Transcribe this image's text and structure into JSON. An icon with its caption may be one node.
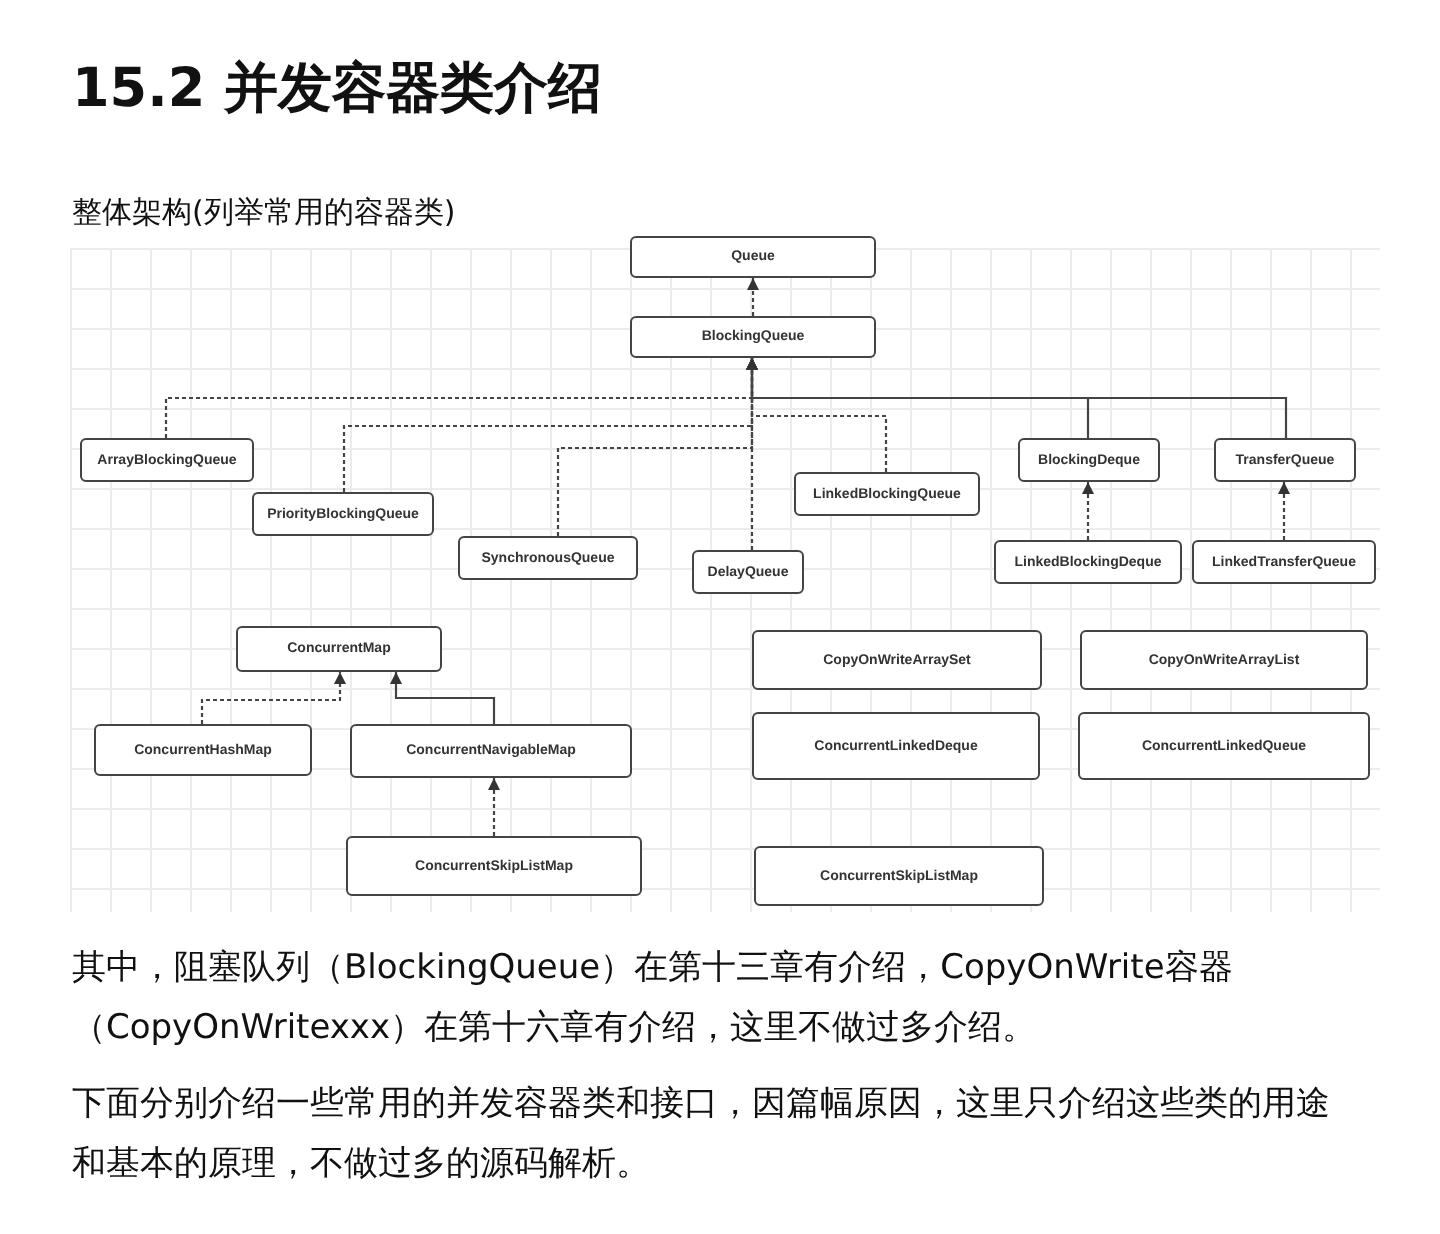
{
  "diagram": {
    "title": "15.2 并发容器类介绍",
    "nodes": [
      {
        "text": [
          "Queue"
        ]
      },
      {
        "text": [
          "BlockingQueue"
        ]
      },
      {
        "text": [
          "ArrayBlockingQueue"
        ]
      },
      {
        "text": [
          "PriorityBlockingQueue"
        ]
      },
      {
        "text": [
          "SynchronousQueue"
        ]
      },
      {
        "text": [
          "DelayQueue"
        ]
      },
      {
        "text": [
          "LinkedBlockingQueue"
        ]
      },
      {
        "text": [
          "BlockingDeque"
        ]
      },
      {
        "text": [
          "TransferQueue"
        ]
      },
      {
        "text": [
          "LinkedBlockingDeque"
        ]
      },
      {
        "text": [
          "LinkedTransferQueue"
        ]
      },
      {
        "text": [
          "ConcurrentMap"
        ]
      },
      {
        "text": [
          "ConcurrentHashMap"
        ]
      },
      {
        "text": [
          "ConcurrentNavigableMap"
        ]
      },
      {
        "text": [
          "ConcurrentSkipListMap"
        ]
      },
      {
        "text": [
          "CopyOnWriteArraySet"
        ]
      },
      {
        "text": [
          "CopyOnWriteArrayList"
        ]
      },
      {
        "text": [
          "ConcurrentLinkedDeque"
        ]
      },
      {
        "text": [
          "ConcurrentLinkedQueue"
        ]
      },
      {
        "text": [
          "ConcurrentSkipListMap"
        ]
      }
    ],
    "edges": [
      {
        "from": 1,
        "to": 0,
        "arrow": "to",
        "style": "dashed"
      },
      {
        "from": 2,
        "to": 1,
        "arrow": "to",
        "style": "dashed"
      },
      {
        "from": 3,
        "to": 1,
        "arrow": "to",
        "style": "dashed"
      },
      {
        "from": 4,
        "to": 1,
        "arrow": "to",
        "style": "dashed"
      },
      {
        "from": 5,
        "to": 1,
        "arrow": "to",
        "style": "dashed"
      },
      {
        "from": 6,
        "to": 1,
        "arrow": "to",
        "style": "dashed"
      },
      {
        "from": 7,
        "to": 1,
        "arrow": "to"
      },
      {
        "from": 8,
        "to": 1,
        "arrow": "to"
      },
      {
        "from": 9,
        "to": 7,
        "arrow": "to",
        "style": "dashed"
      },
      {
        "from": 10,
        "to": 8,
        "arrow": "to",
        "style": "dashed"
      },
      {
        "from": 12,
        "to": 11,
        "arrow": "to",
        "style": "dashed"
      },
      {
        "from": 13,
        "to": 11,
        "arrow": "to"
      },
      {
        "from": 14,
        "to": 13,
        "arrow": "to",
        "style": "dashed"
      }
    ],
    "labels": [
      "整体架构(列举常用的容器类)",
      "其中，阻塞队列（BlockingQueue）在第十三章有介绍，CopyOnWrite容器（CopyOnWritexxx）在第十六章有介绍，这里不做过多介绍。",
      "下面分别介绍一些常用的并发容器类和接口，因篇幅原因，这里只介绍这些类的用途和基本的原理，不做过多的源码解析。"
    ]
  }
}
